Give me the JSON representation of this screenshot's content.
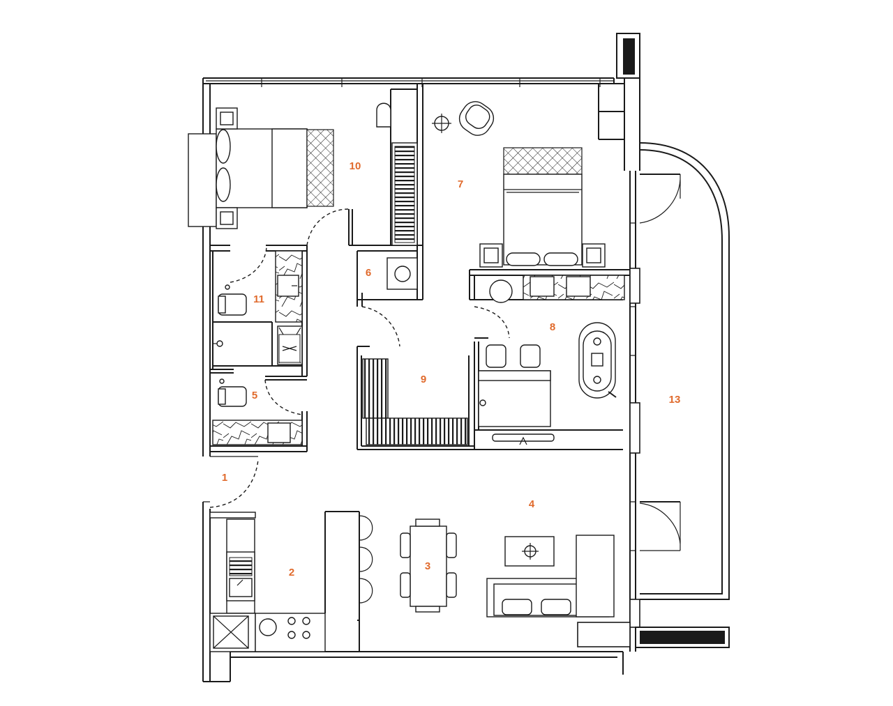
{
  "plan": {
    "rooms": [
      {
        "id": "r1",
        "label": "1"
      },
      {
        "id": "r2",
        "label": "2"
      },
      {
        "id": "r3",
        "label": "3"
      },
      {
        "id": "r4",
        "label": "4"
      },
      {
        "id": "r5",
        "label": "5"
      },
      {
        "id": "r6",
        "label": "6"
      },
      {
        "id": "r7",
        "label": "7"
      },
      {
        "id": "r8",
        "label": "8"
      },
      {
        "id": "r9",
        "label": "9"
      },
      {
        "id": "r10",
        "label": "10"
      },
      {
        "id": "r11",
        "label": "11"
      },
      {
        "id": "r13",
        "label": "13"
      }
    ],
    "colors": {
      "label": "#e06a2c",
      "line": "#1a1a1a",
      "background": "#ffffff"
    }
  }
}
